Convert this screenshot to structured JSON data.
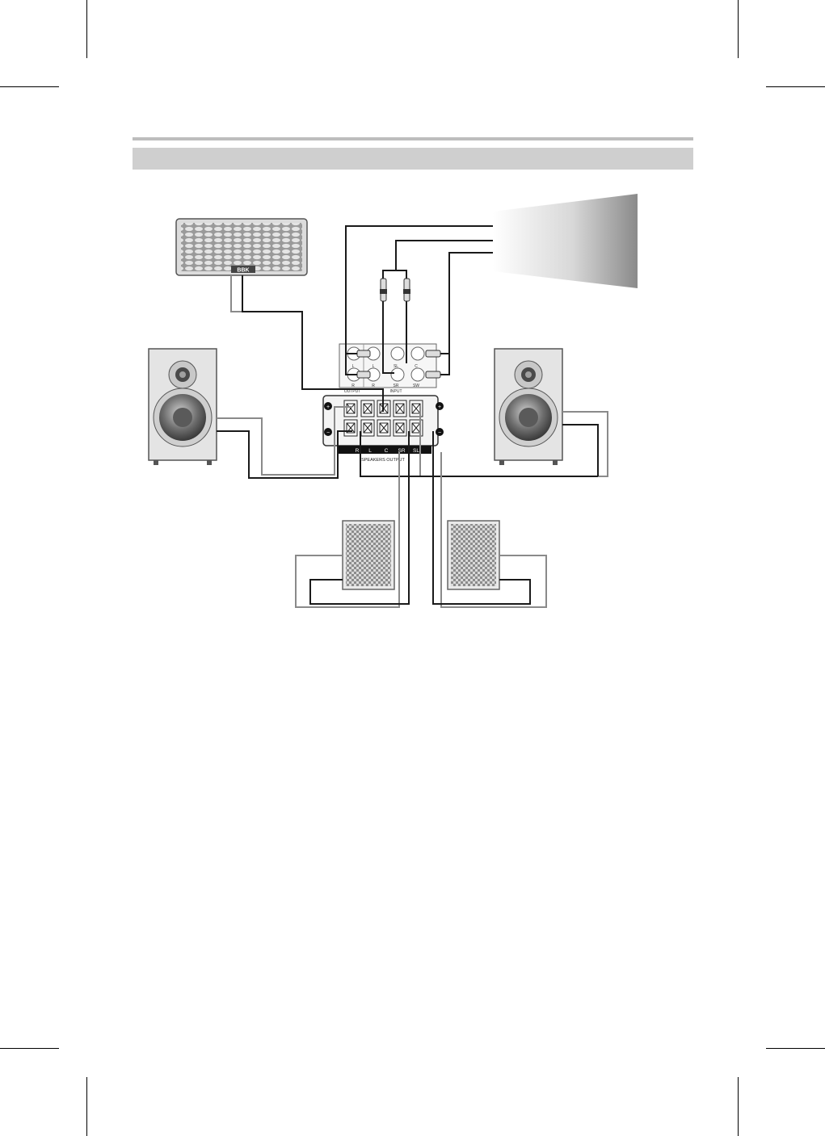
{
  "colors": {
    "section_bar": "#cfcfcf",
    "rule": "#bdbdbd",
    "cable_dark": "#1a1a1a",
    "cable_light": "#8a8a8a",
    "speaker_cabinet": "#e6e6e6",
    "grille": "#b8b8b8"
  },
  "center_speaker": {
    "logo": "BBK"
  },
  "amp": {
    "input_header_left": "OUTPUT",
    "input_header_right": "INPUT",
    "input_jacks": [
      "L",
      "L",
      "SL",
      "C",
      "R",
      "R",
      "SR",
      "SW"
    ],
    "terminal_channels": [
      "R",
      "L",
      "C",
      "SR",
      "SL"
    ],
    "plus": "+",
    "minus": "−",
    "speakers_output_label": "SPEAKERS OUTPUT"
  },
  "icons": {
    "front_left": "bookshelf-speaker-icon",
    "front_right": "bookshelf-speaker-icon",
    "center": "center-speaker-icon",
    "rear_left": "satellite-speaker-icon",
    "rear_right": "satellite-speaker-icon",
    "source": "audio-source-wedge-icon"
  }
}
